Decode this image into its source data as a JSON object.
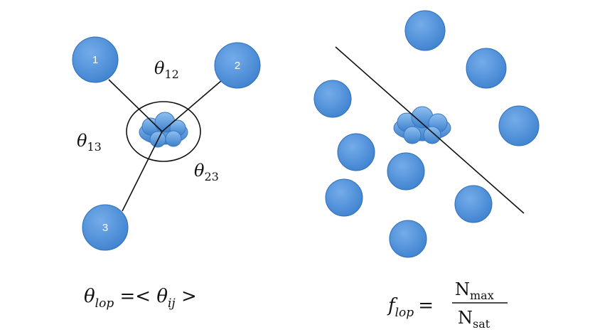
{
  "left_panel": {
    "nodes": [
      {
        "label": "1"
      },
      {
        "label": "2"
      },
      {
        "label": "3"
      }
    ],
    "angles": {
      "theta": "θ",
      "a12": "12",
      "a13": "13",
      "a23": "23"
    },
    "formula": {
      "theta": "θ",
      "sub_lop": "lop",
      "eq": " =< ",
      "theta2": "θ",
      "sub_ij": "ij",
      "close": " >"
    }
  },
  "right_panel": {
    "formula": {
      "f": "f",
      "sub_lop": "lop",
      "eq": "=",
      "num_N": "N",
      "num_sub": "max",
      "den_N": "N",
      "den_sub": "sat"
    }
  },
  "colors": {
    "satellite_fill": "#4a8fd8",
    "satellite_edge": "#2e6fb8",
    "cloud_fill": "#5b9ee0",
    "line": "#111111"
  }
}
